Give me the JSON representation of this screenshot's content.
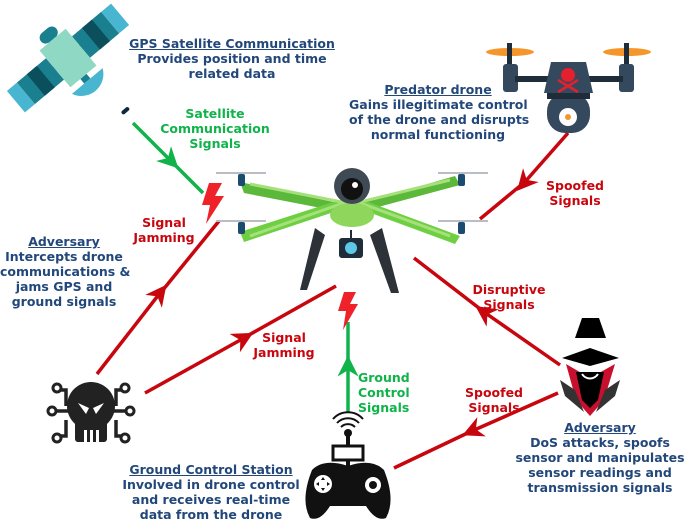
{
  "colors": {
    "description_text": "#22477a",
    "attack_signal": "#c8060e",
    "legit_signal": "#10b34a",
    "jamming_bolt": "#ee2228",
    "drone_green": "#7ccf4a",
    "icon_dark": "#1e1e1e",
    "predator_body": "#34495e",
    "predator_prop": "#f4962a",
    "satellite_teal": "#1a7f8e",
    "satellite_light": "#8fd8c4"
  },
  "nodes": {
    "gps": {
      "icon": "satellite-icon",
      "title": "GPS Satellite Communication",
      "lines": [
        "Provides position and time",
        "related data"
      ]
    },
    "predator": {
      "icon": "predator-drone-icon",
      "title": "Predator drone",
      "lines": [
        "Gains illegitimate control",
        "of the drone and disrupts",
        "normal functioning"
      ]
    },
    "target_drone": {
      "icon": "quadcopter-drone-icon"
    },
    "jammer": {
      "icon": "hacker-skull-icon",
      "title": "Adversary",
      "lines": [
        "Intercepts drone",
        "communications &",
        "jams GPS and",
        "ground signals"
      ]
    },
    "spoofer": {
      "icon": "spy-hacker-icon",
      "title": "Adversary",
      "lines": [
        "DoS attacks, spoofs",
        "sensor and manipulates",
        "sensor readings and",
        "transmission signals"
      ]
    },
    "gcs": {
      "icon": "remote-controller-icon",
      "title": "Ground Control Station",
      "lines": [
        "Involved in drone control",
        "and receives real-time",
        "data from the drone"
      ]
    }
  },
  "signals": {
    "satellite": [
      "Satellite",
      "Communication",
      "Signals"
    ],
    "jamming_top": [
      "Signal",
      "Jamming"
    ],
    "jamming_bottom": [
      "Signal",
      "Jamming"
    ],
    "spoofed_predator": [
      "Spoofed",
      "Signals"
    ],
    "disruptive": [
      "Disruptive",
      "Signals"
    ],
    "spoofed_gcs": [
      "Spoofed",
      "Signals"
    ],
    "ground_control": [
      "Ground",
      "Control",
      "Signals"
    ]
  }
}
